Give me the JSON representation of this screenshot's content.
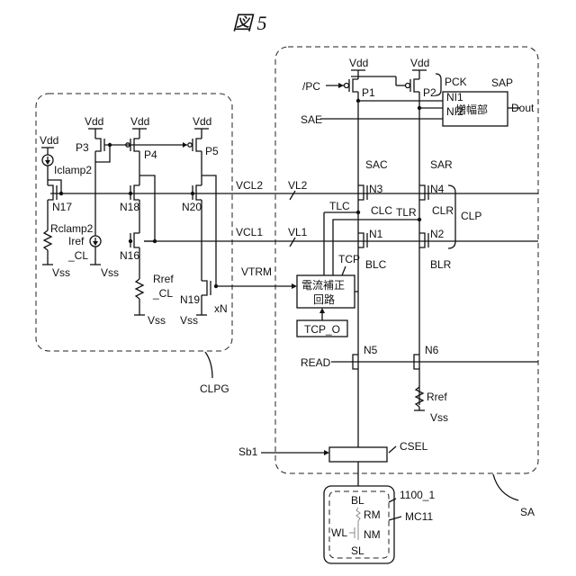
{
  "figure": {
    "title": "図 5"
  },
  "labels": {
    "vdd": "Vdd",
    "vss": "Vss",
    "pc": "/PC",
    "p1": "P1",
    "p2": "P2",
    "pck": "PCK",
    "sap": "SAP",
    "ni1": "NI1",
    "ni2": "NI2",
    "sap_body": "増幅部",
    "dout": "Dout",
    "sae": "SAE",
    "sac": "SAC",
    "sar": "SAR",
    "n3": "N3",
    "n4": "N4",
    "n1": "N1",
    "n2": "N2",
    "clc": "CLC",
    "clr": "CLR",
    "clp": "CLP",
    "tlc": "TLC",
    "tlr": "TLR",
    "tcp": "TCP",
    "blc": "BLC",
    "blr": "BLR",
    "tcp_body_1": "電流補正",
    "tcp_body_2": "回路",
    "tcp_o": "TCP_O",
    "n5": "N5",
    "n6": "N6",
    "read": "READ",
    "rref": "Rref",
    "sb1": "Sb1",
    "csel": "CSEL",
    "sa": "SA",
    "vcl2": "VCL2",
    "vl2": "VL2",
    "vcl1": "VCL1",
    "vl1": "VL1",
    "vtrm": "VTRM",
    "p3": "P3",
    "p4": "P4",
    "p5": "P5",
    "iclamp2": "Iclamp2",
    "n17": "N17",
    "n18": "N18",
    "n20": "N20",
    "n16": "N16",
    "n19": "N19",
    "rclamp2": "Rclamp2",
    "iref": "Iref",
    "iref_cl": "_CL",
    "rref_l": "Rref",
    "rref_cl": "_CL",
    "xn": "xN",
    "clpg": "CLPG",
    "mc_group": "1100_1",
    "mc11": "MC11",
    "bl": "BL",
    "rm": "RM",
    "wl": "WL",
    "nm": "NM",
    "sl": "SL"
  }
}
